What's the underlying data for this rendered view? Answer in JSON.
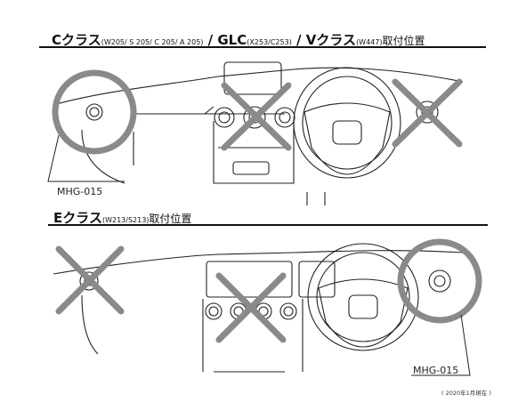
{
  "section1": {
    "title_a": "Cクラス",
    "title_a_models": "(W205/ S 205/ C 205/ A 205)",
    "title_sep1": " / ",
    "title_b": "GLC",
    "title_b_models": "(X253/C253)",
    "title_sep2": " / ",
    "title_c": "Vクラス",
    "title_c_models": "(W447)",
    "title_suffix": "取付位置",
    "product_label": "MHG-015"
  },
  "section2": {
    "title_a": "Eクラス",
    "title_a_models": "(W213/S213)",
    "title_suffix": "取付位置",
    "product_label": "MHG-015"
  },
  "footnote": "( 2020年1月現在 )",
  "colors": {
    "ok_circle": "#8a8a8a",
    "ng_cross": "#8a8a8a",
    "line": "#222222"
  }
}
